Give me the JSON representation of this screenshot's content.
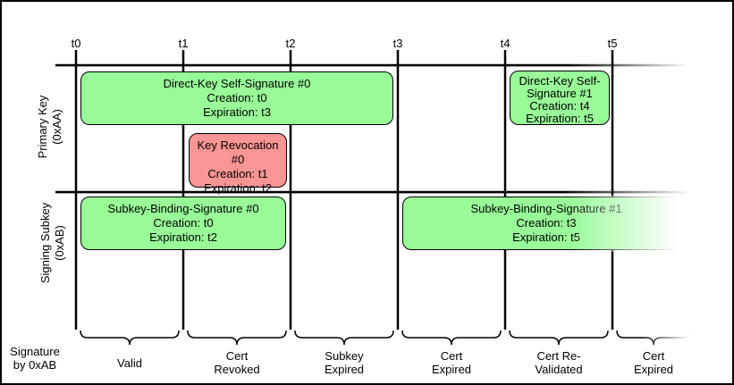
{
  "diagram": {
    "timeline_ticks": [
      "t0",
      "t1",
      "t2",
      "t3",
      "t4",
      "t5"
    ],
    "rows": {
      "primary_key": "Primary Key\n(0xAA)",
      "signing_subkey": "Signing Subkey\n(0xAB)"
    },
    "boxes": {
      "direct_key_self_sig_0": {
        "title": "Direct-Key Self-Signature #0",
        "creation": "Creation: t0",
        "expiration": "Expiration: t3"
      },
      "key_revocation_0": {
        "title": "Key Revocation #0",
        "creation": "Creation: t1",
        "expiration": "Expiration: t2"
      },
      "direct_key_self_sig_1": {
        "title": "Direct-Key Self-Signature #1",
        "creation": "Creation: t4",
        "expiration": "Expiration: t5"
      },
      "subkey_binding_sig_0": {
        "title": "Subkey-Binding-Signature #0",
        "creation": "Creation: t0",
        "expiration": "Expiration: t2"
      },
      "subkey_binding_sig_1": {
        "title": "Subkey-Binding-Signature #1",
        "creation": "Creation: t3",
        "expiration": "Expiration: t5"
      }
    },
    "bottom_axis": {
      "label": "Signature\nby 0xAB",
      "segments": [
        {
          "label": "Valid"
        },
        {
          "label": "Cert\nRevoked"
        },
        {
          "label": "Subkey\nExpired"
        },
        {
          "label": "Cert\nExpired"
        },
        {
          "label": "Cert Re-\nValidated"
        },
        {
          "label": "Cert\nExpired"
        }
      ]
    },
    "colors": {
      "valid_fill": "#98FB98",
      "revoked_fill": "#FA9595",
      "line": "#000000"
    }
  }
}
